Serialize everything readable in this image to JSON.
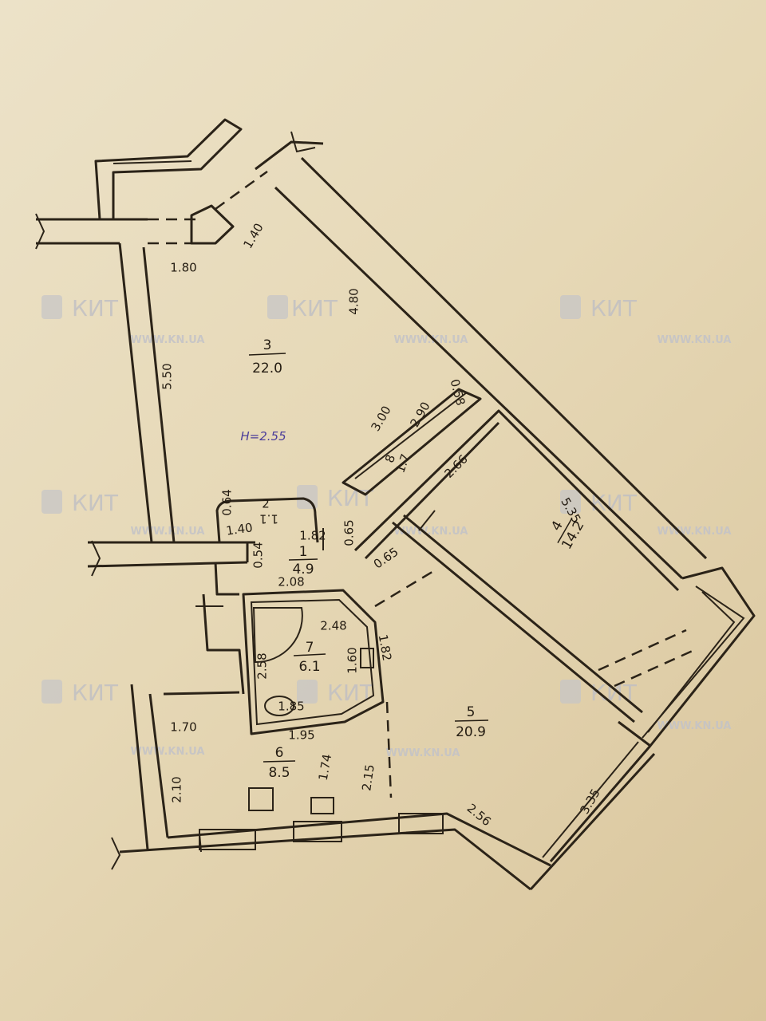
{
  "watermark": {
    "logo_text": "КИТ",
    "url": "WWW.KN.UA"
  },
  "ceiling_height": "H=2.55",
  "rooms": [
    {
      "number": "1",
      "area": "4.9"
    },
    {
      "number": "2",
      "area": "1.1"
    },
    {
      "number": "3",
      "area": "22.0"
    },
    {
      "number": "4",
      "area": "14.2"
    },
    {
      "number": "5",
      "area": "20.9"
    },
    {
      "number": "6",
      "area": "8.5"
    },
    {
      "number": "7",
      "area": "6.1"
    },
    {
      "number": "8",
      "area": "1.7"
    }
  ],
  "dimensions": {
    "balcony_1_40": "1.40",
    "r3_top": "1.80",
    "r3_diag": "4.80",
    "r3_left": "5.50",
    "r8_outer": "3.00",
    "r8_inner": "2.90",
    "r8_depth": "0.58",
    "r4_top": "2.66",
    "r4_right": "5.35",
    "r2_left": "0.64",
    "r2_bottom": "1.40",
    "r1_top": "1.82",
    "r1_left": "0.54",
    "r1_right": "0.65",
    "r1_diag": "0.65",
    "r1_bottom": "2.08",
    "r7_top": "2.48",
    "r7_left": "2.58",
    "r7_right_in": "1.60",
    "r7_right_out": "1.82",
    "r7_bottom_in": "1.85",
    "r7_bottom_out": "1.95",
    "r6_top": "1.70",
    "r6_left": "2.10",
    "r6_mid": "1.74",
    "r6_right": "2.15",
    "r5_bottom": "2.56",
    "r5_right": "3.35"
  }
}
